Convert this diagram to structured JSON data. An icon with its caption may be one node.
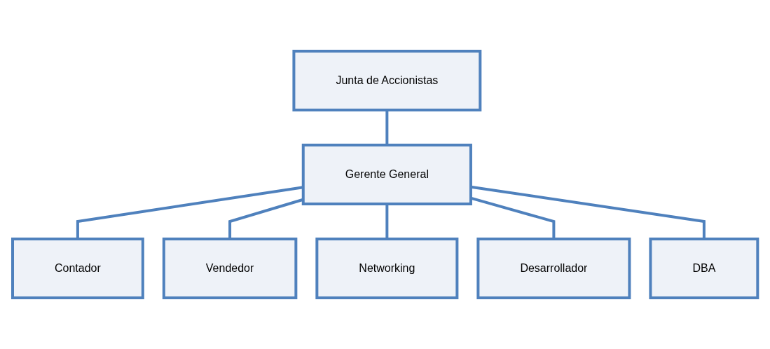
{
  "diagram": {
    "nodes": [
      {
        "text": [
          "Junta de Accionistas"
        ]
      },
      {
        "text": [
          "Gerente General"
        ]
      },
      {
        "text": [
          "Contador"
        ]
      },
      {
        "text": [
          "Vendedor"
        ]
      },
      {
        "text": [
          "Networking"
        ]
      },
      {
        "text": [
          "Desarrollador"
        ]
      },
      {
        "text": [
          "DBA"
        ]
      }
    ],
    "edges": [
      {
        "from": 0,
        "to": 1,
        "arrow": "none"
      },
      {
        "from": 1,
        "to": 2,
        "arrow": "none"
      },
      {
        "from": 1,
        "to": 3,
        "arrow": "none"
      },
      {
        "from": 1,
        "to": 4,
        "arrow": "none"
      },
      {
        "from": 1,
        "to": 5,
        "arrow": "none"
      },
      {
        "from": 1,
        "to": 6,
        "arrow": "none"
      }
    ]
  }
}
